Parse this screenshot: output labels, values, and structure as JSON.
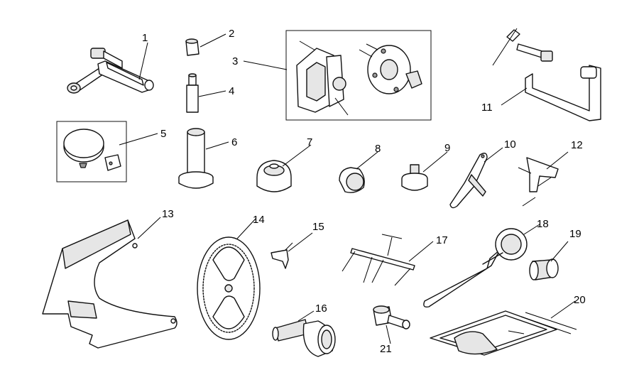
{
  "diagram": {
    "parts": [
      {
        "id": "part-1",
        "label": "1"
      },
      {
        "id": "part-2",
        "label": "2"
      },
      {
        "id": "part-3",
        "label": "3"
      },
      {
        "id": "part-4",
        "label": "4"
      },
      {
        "id": "part-5",
        "label": "5"
      },
      {
        "id": "part-6",
        "label": "6"
      },
      {
        "id": "part-7",
        "label": "7"
      },
      {
        "id": "part-8",
        "label": "8"
      },
      {
        "id": "part-9",
        "label": "9"
      },
      {
        "id": "part-10",
        "label": "10"
      },
      {
        "id": "part-11",
        "label": "11"
      },
      {
        "id": "part-12",
        "label": "12"
      },
      {
        "id": "part-13",
        "label": "13"
      },
      {
        "id": "part-14",
        "label": "14"
      },
      {
        "id": "part-15",
        "label": "15"
      },
      {
        "id": "part-16",
        "label": "16"
      },
      {
        "id": "part-17",
        "label": "17"
      },
      {
        "id": "part-18",
        "label": "18"
      },
      {
        "id": "part-19",
        "label": "19"
      },
      {
        "id": "part-20",
        "label": "20"
      },
      {
        "id": "part-21",
        "label": "21"
      }
    ]
  }
}
